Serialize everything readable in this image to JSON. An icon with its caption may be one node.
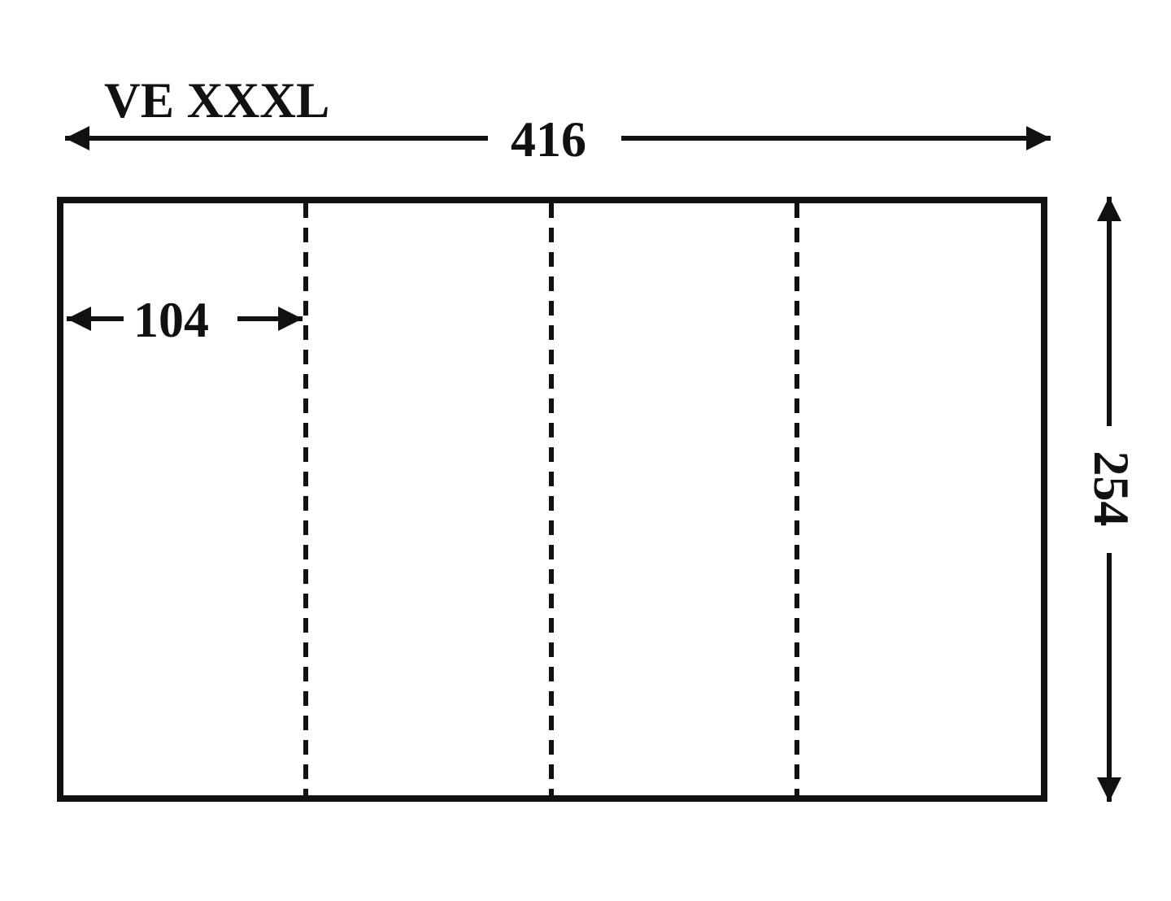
{
  "diagram": {
    "labels": [
      "VE XXXL",
      "416",
      "104",
      "254"
    ]
  }
}
